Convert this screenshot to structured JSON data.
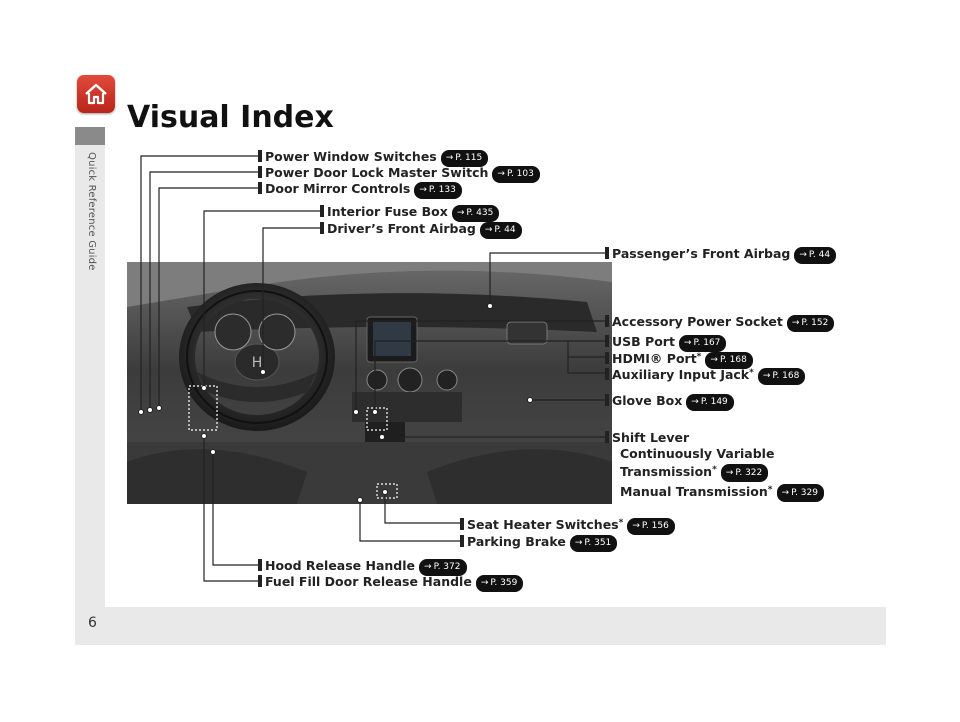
{
  "page": {
    "title": "Visual Index",
    "page_number": "6",
    "sidebar_label": "Quick Reference Guide"
  },
  "labels": {
    "power_window": {
      "text": "Power Window Switches",
      "ref": "P. 115"
    },
    "door_lock": {
      "text": "Power Door Lock Master Switch",
      "ref": "P. 103"
    },
    "mirror": {
      "text": "Door Mirror Controls",
      "ref": "P. 133"
    },
    "fuse": {
      "text": "Interior Fuse Box",
      "ref": "P. 435"
    },
    "driver_airbag": {
      "text": "Driver’s Front Airbag",
      "ref": "P. 44"
    },
    "passenger_airbag": {
      "text": "Passenger’s Front Airbag",
      "ref": "P. 44"
    },
    "accessory": {
      "text": "Accessory Power Socket",
      "ref": "P. 152"
    },
    "usb": {
      "text": "USB Port",
      "ref": "P. 167"
    },
    "hdmi": {
      "text": "HDMI® Port",
      "ref": "P. 168"
    },
    "aux": {
      "text": "Auxiliary Input Jack",
      "ref": "P. 168"
    },
    "glove": {
      "text": "Glove Box",
      "ref": "P. 149"
    },
    "shift": {
      "line1": "Shift Lever",
      "line2": "Continuously Variable",
      "line3": "Transmission",
      "ref1": "P. 322",
      "line4": "Manual Transmission",
      "ref2": "P. 329"
    },
    "seat_heater": {
      "text": "Seat Heater Switches",
      "ref": "P. 156"
    },
    "parking": {
      "text": "Parking Brake",
      "ref": "P. 351"
    },
    "hood": {
      "text": "Hood Release Handle",
      "ref": "P. 372"
    },
    "fuel": {
      "text": "Fuel Fill Door Release Handle",
      "ref": "P. 359"
    }
  },
  "colors": {
    "accent": "#c8321f",
    "sidebar": "#e9e9e9",
    "tab": "#8a8a8a"
  }
}
